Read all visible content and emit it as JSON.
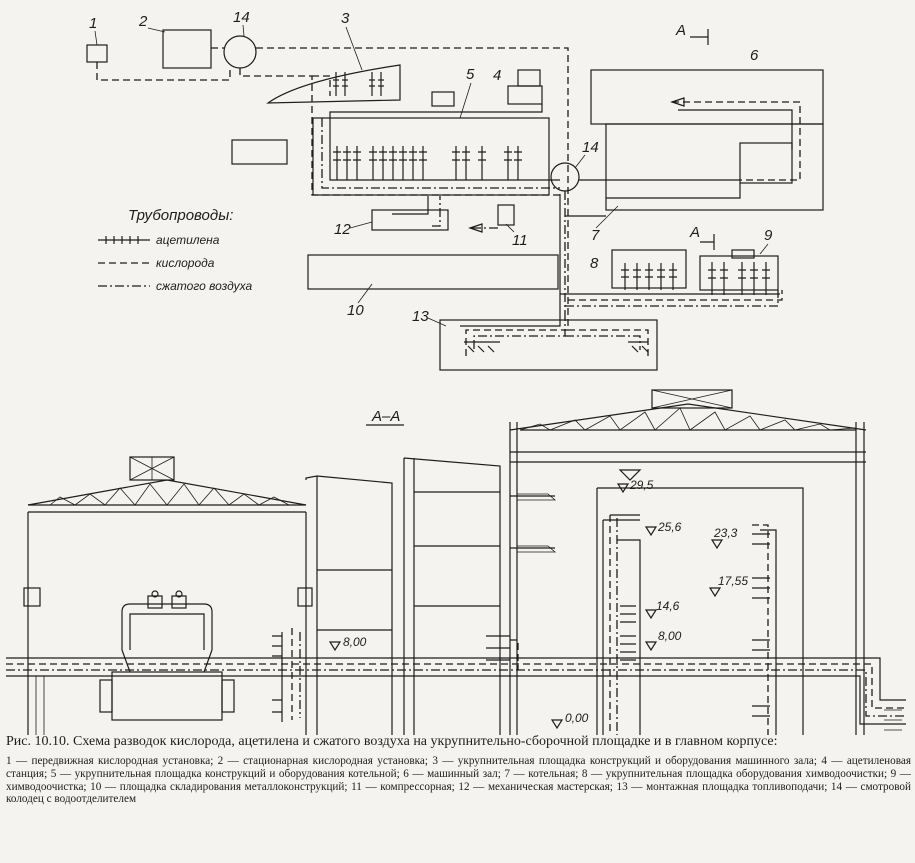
{
  "plan": {
    "numbers": {
      "n1": "1",
      "n2": "2",
      "n3": "3",
      "n4": "4",
      "n5": "5",
      "n6": "6",
      "n7": "7",
      "n8": "8",
      "n9": "9",
      "n10": "10",
      "n11": "11",
      "n12": "12",
      "n13": "13",
      "n14a": "14",
      "n14b": "14"
    },
    "section_marker_top": "A",
    "section_marker_mid": "A"
  },
  "legend": {
    "title": "Трубопроводы:",
    "acetylene": "ацетилена",
    "oxygen": "кислорода",
    "air": "сжатого воздуха"
  },
  "section": {
    "title": "А–А",
    "elevations": [
      "29,5",
      "25,6",
      "23,3",
      "17,55",
      "14,6",
      "8,00",
      "8,00",
      "0,00"
    ]
  },
  "caption": {
    "title": "Рис. 10.10. Схема разводок кислорода, ацетилена и сжатого воздуха на укрупнительно-сборочной площадке и в главном корпусе:",
    "legend": "1 — передвижная кислородная установка; 2 — стационарная кислородная установка; 3 — укрупнительная площадка конструкций и оборудования машинного зала; 4 — ацетиленовая станция; 5 — укрупнительная площадка конструкций и оборудования котельной; 6 — машинный зал; 7 — котельная; 8 — укрупнительная площадка оборудования химводоочистки; 9 — химводоочистка; 10 — площадка складирования металлоконструкций; 11 — компрессорная; 12 — механическая мастерская; 13 — монтажная площадка топливоподачи; 14 — смотровой колодец с водоотделителем"
  }
}
